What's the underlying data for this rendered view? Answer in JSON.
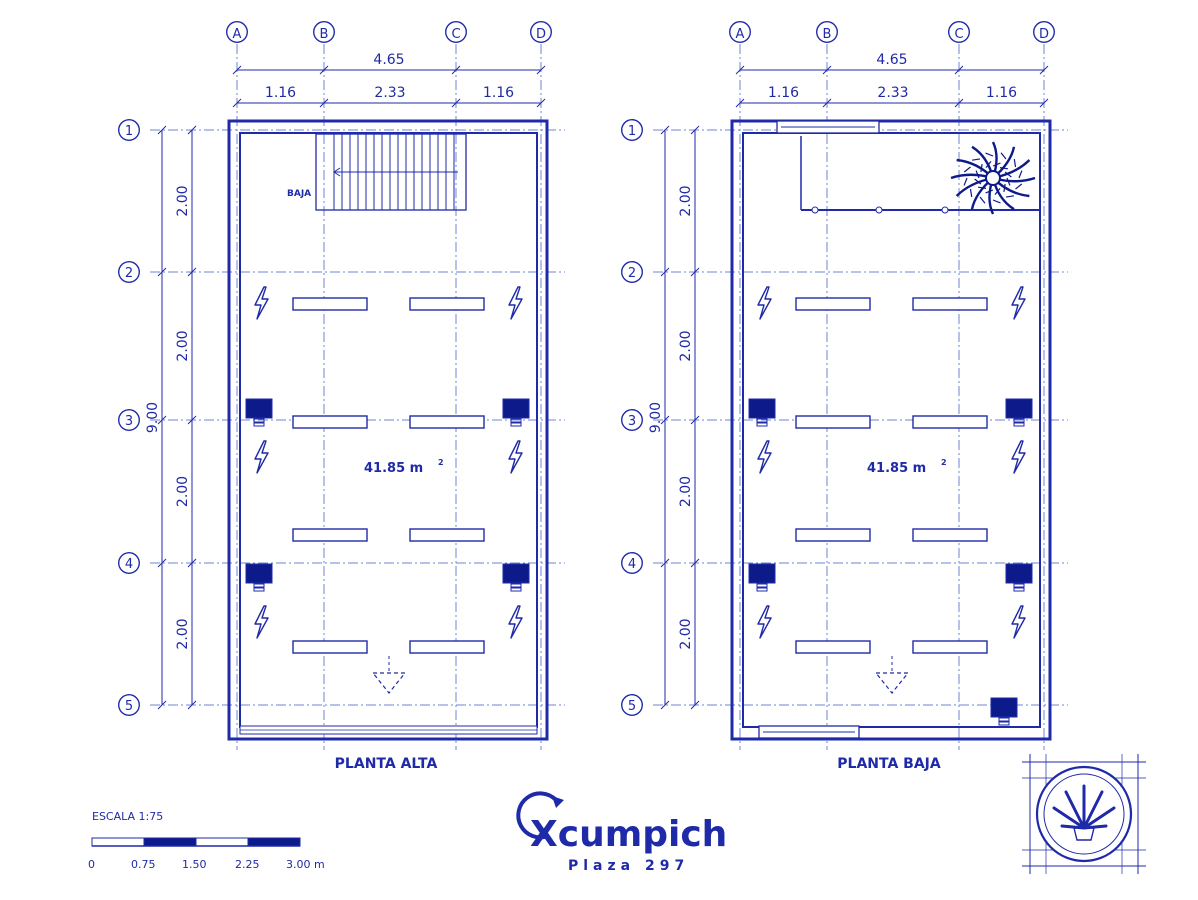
{
  "grid": {
    "col_labels": [
      "A",
      "B",
      "C",
      "D"
    ],
    "row_labels": [
      "1",
      "2",
      "3",
      "4",
      "5"
    ],
    "total_width": "4.65",
    "segment_widths": [
      "1.16",
      "2.33",
      "1.16"
    ],
    "row_spacings": [
      "2.00",
      "2.00",
      "2.00",
      "2.00"
    ],
    "total_height": "9.00"
  },
  "plans": [
    {
      "title": "PLANTA ALTA",
      "area": "41.85 m",
      "area_sup": "2",
      "stair_label": "BAJA"
    },
    {
      "title": "PLANTA BAJA",
      "area": "41.85 m",
      "area_sup": "2"
    }
  ],
  "scale": {
    "label": "ESCALA 1:75",
    "ticks": [
      "0",
      "0.75",
      "1.50",
      "2.25",
      "3.00 m"
    ]
  },
  "logo": {
    "brand": "Xcumpich",
    "subtitle": "Plaza 297"
  },
  "colors": {
    "line": "#1f2aa8",
    "grid_dash": "#6f86d6",
    "fill": "#0d1a8a"
  },
  "icons": [
    "electric-outlet-icon",
    "air-conditioner-icon",
    "fluorescent-light-icon",
    "palm-tree-icon",
    "agave-emblem-icon"
  ]
}
